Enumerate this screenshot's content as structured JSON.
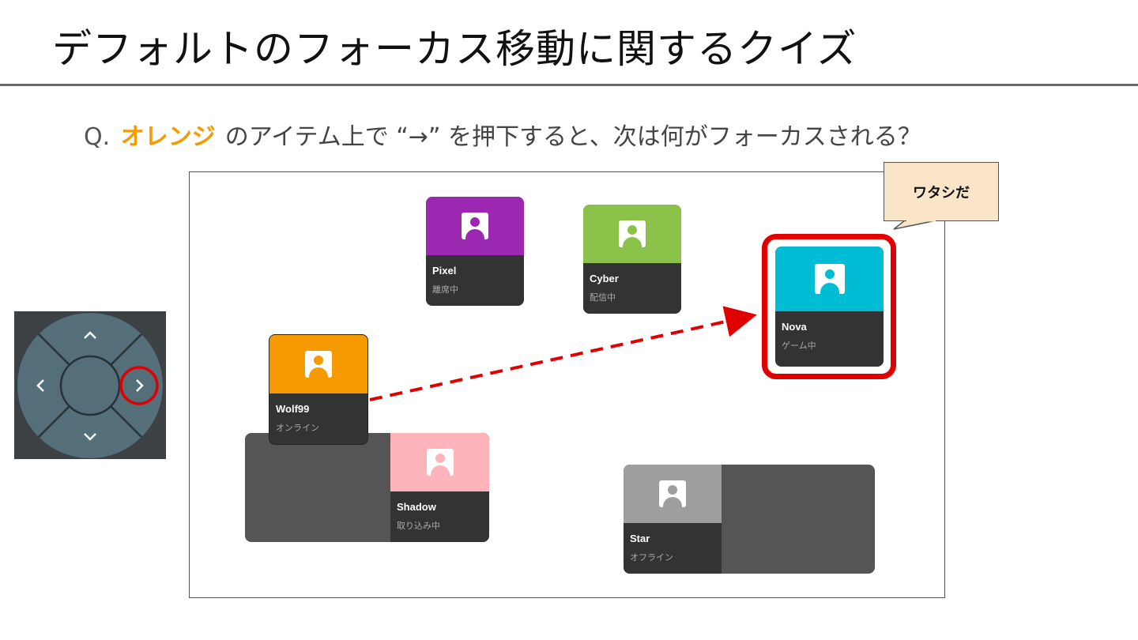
{
  "title": "デフォルトのフォーカス移動に関するクイズ",
  "question": {
    "prefix": "Q.",
    "highlight": "オレンジ",
    "rest": "のアイテム上で “→” を押下すると、次は何がフォーカスされる？"
  },
  "callout": "ワタシだ",
  "colors": {
    "orange": "#f59a00",
    "purple": "#9c27b0",
    "green": "#8bc34a",
    "cyan": "#00bcd4",
    "pink": "#ffb3ba",
    "gray": "#9e9e9e",
    "focus_red": "#e00000"
  },
  "cards": [
    {
      "id": "pixel",
      "name": "Pixel",
      "status": "離席中",
      "color": "#9c27b0"
    },
    {
      "id": "cyber",
      "name": "Cyber",
      "status": "配信中",
      "color": "#8bc34a"
    },
    {
      "id": "nova",
      "name": "Nova",
      "status": "ゲーム中",
      "color": "#00bcd4"
    },
    {
      "id": "wolf99",
      "name": "Wolf99",
      "status": "オンライン",
      "color": "#f59a00"
    },
    {
      "id": "shadow",
      "name": "Shadow",
      "status": "取り込み中",
      "color": "#ffb3ba"
    },
    {
      "id": "star",
      "name": "Star",
      "status": "オフライン",
      "color": "#9e9e9e"
    }
  ],
  "dpad": {
    "up_icon": "chevron-up-icon",
    "down_icon": "chevron-down-icon",
    "left_icon": "chevron-left-icon",
    "right_icon": "chevron-right-icon",
    "highlighted": "right"
  }
}
